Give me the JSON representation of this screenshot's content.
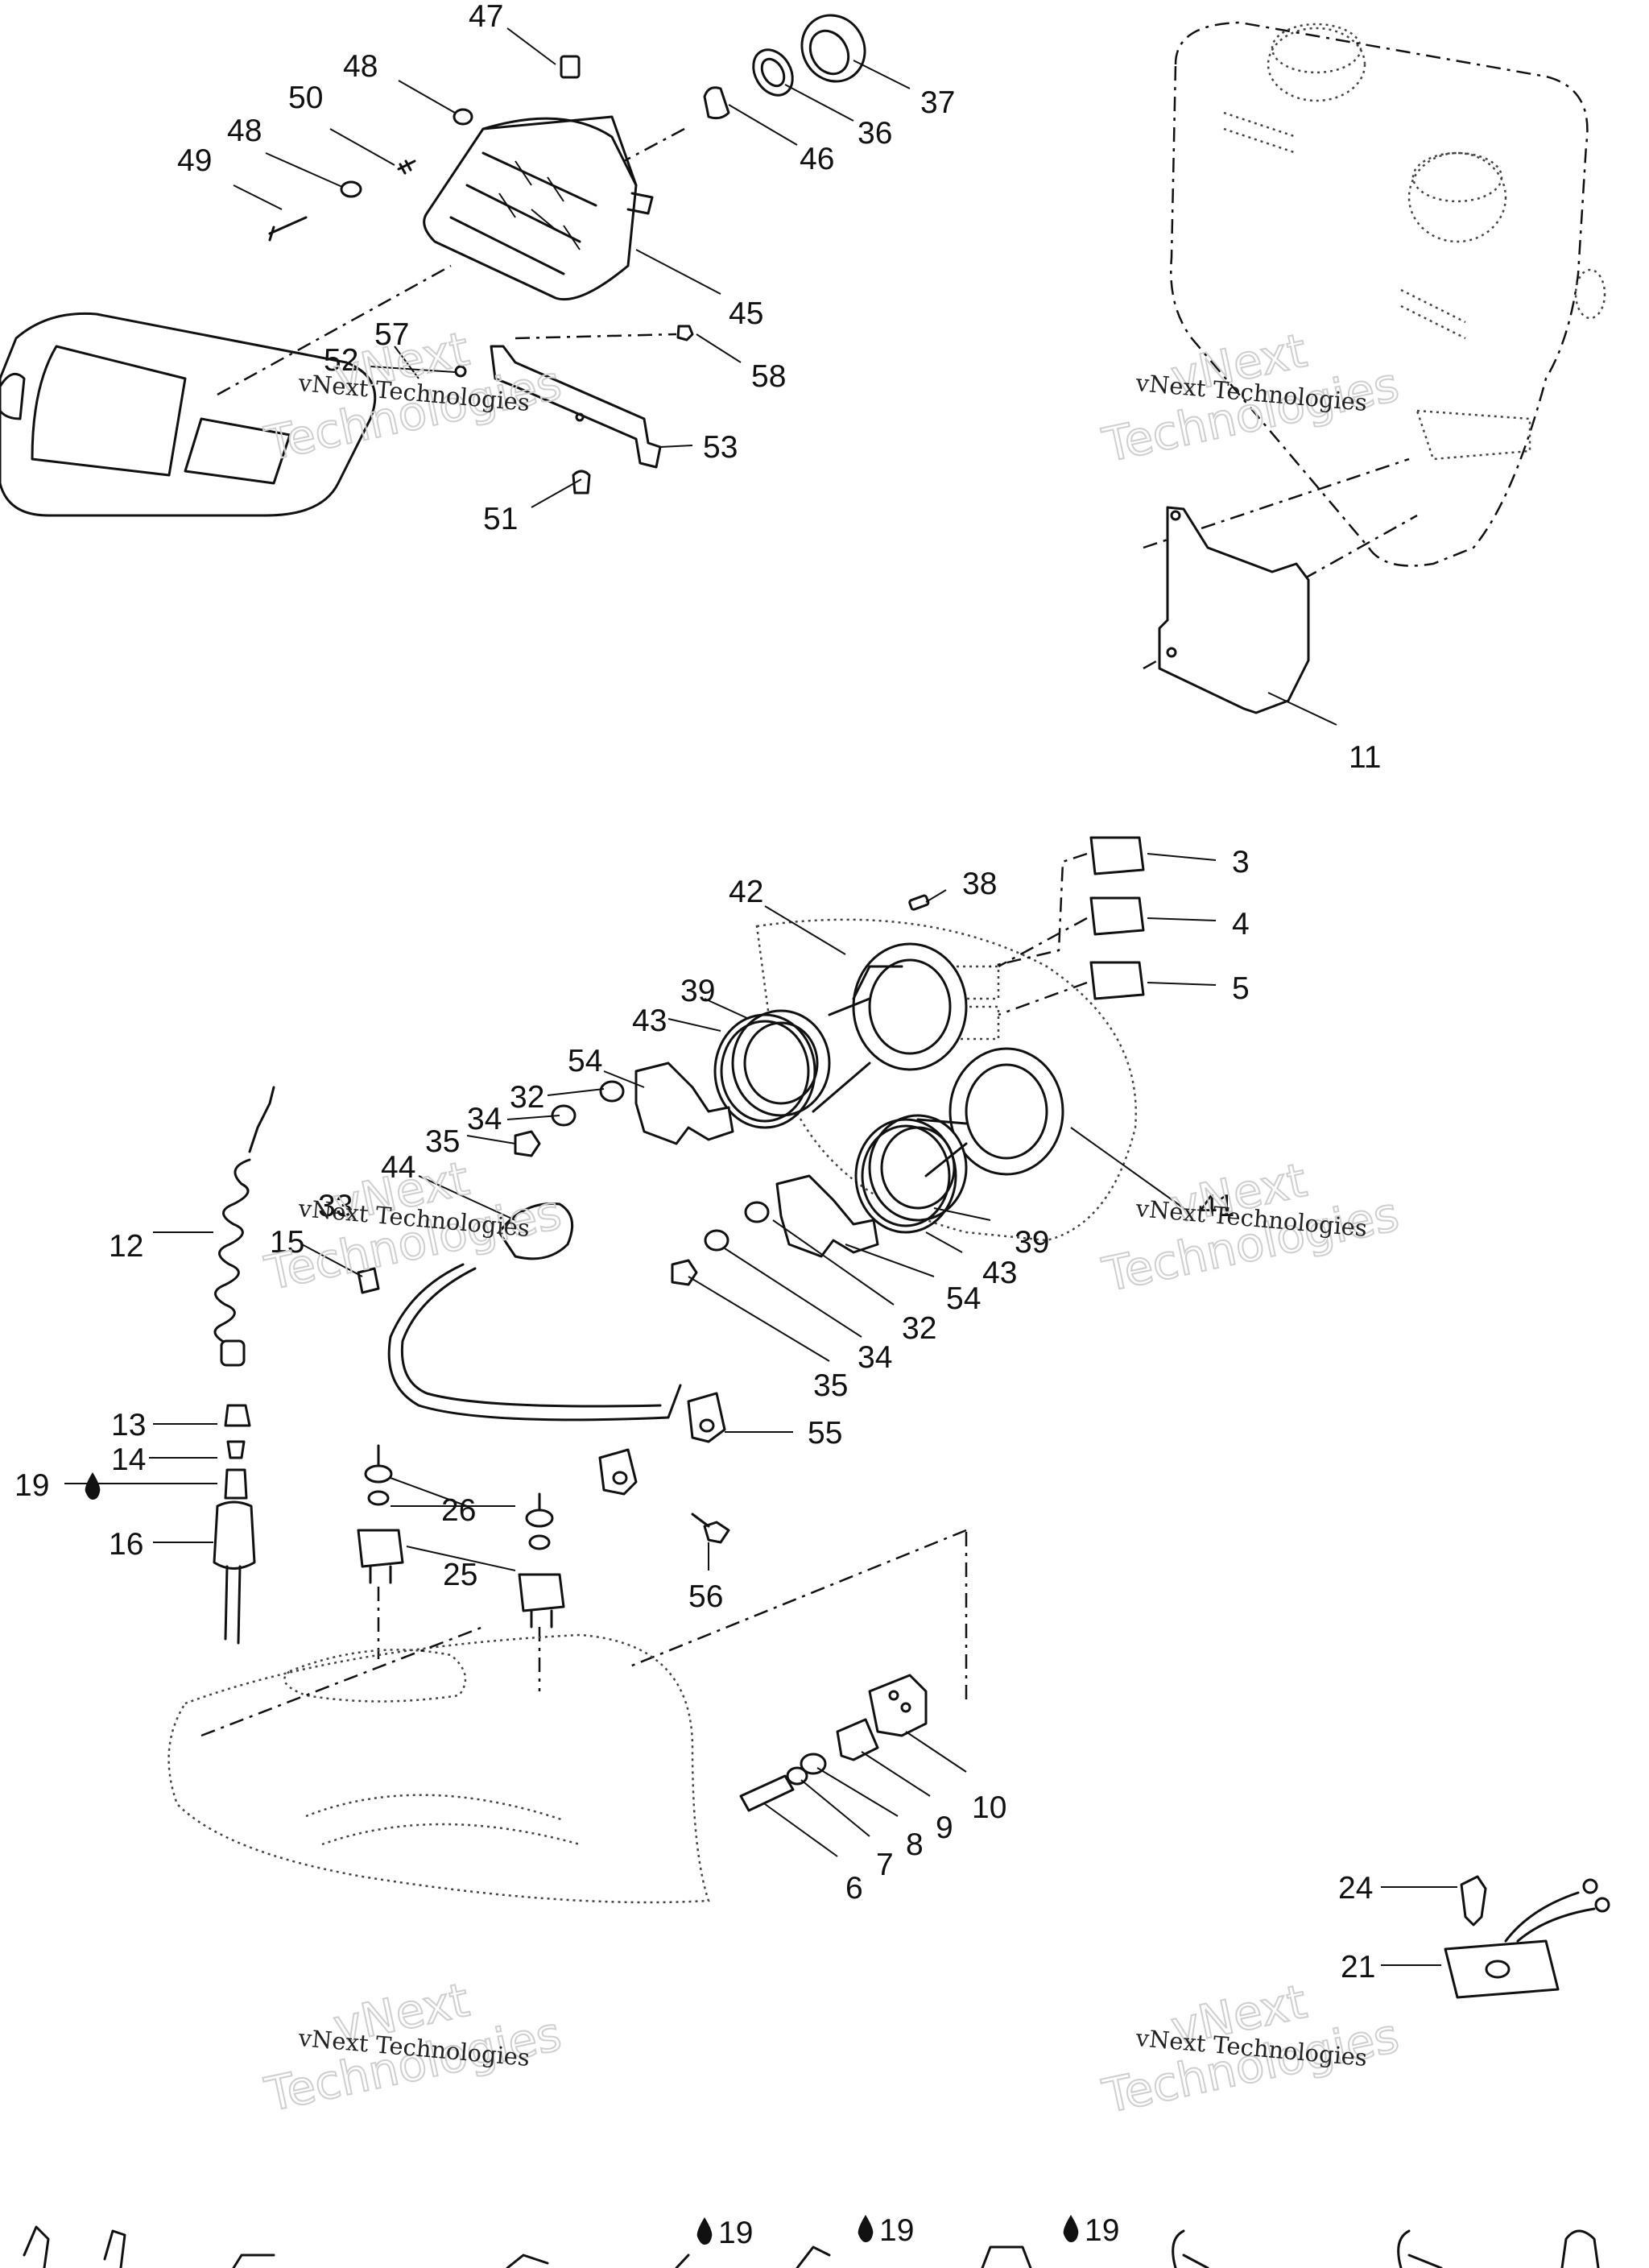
{
  "watermark": {
    "brand": "vNext",
    "sub": "Technologies",
    "line": "vNext Technologies"
  },
  "callouts": [
    "47",
    "48",
    "50",
    "48",
    "49",
    "37",
    "36",
    "46",
    "45",
    "57",
    "52",
    "58",
    "53",
    "51",
    "11",
    "3",
    "38",
    "42",
    "4",
    "5",
    "39",
    "43",
    "54",
    "32",
    "34",
    "35",
    "44",
    "33",
    "41",
    "15",
    "12",
    "39",
    "43",
    "54",
    "32",
    "34",
    "35",
    "13",
    "55",
    "14",
    "19",
    "26",
    "16",
    "25",
    "56",
    "10",
    "9",
    "8",
    "7",
    "6",
    "24",
    "21",
    "19",
    "19",
    "19"
  ],
  "callout_drop_icon": "drop-icon"
}
